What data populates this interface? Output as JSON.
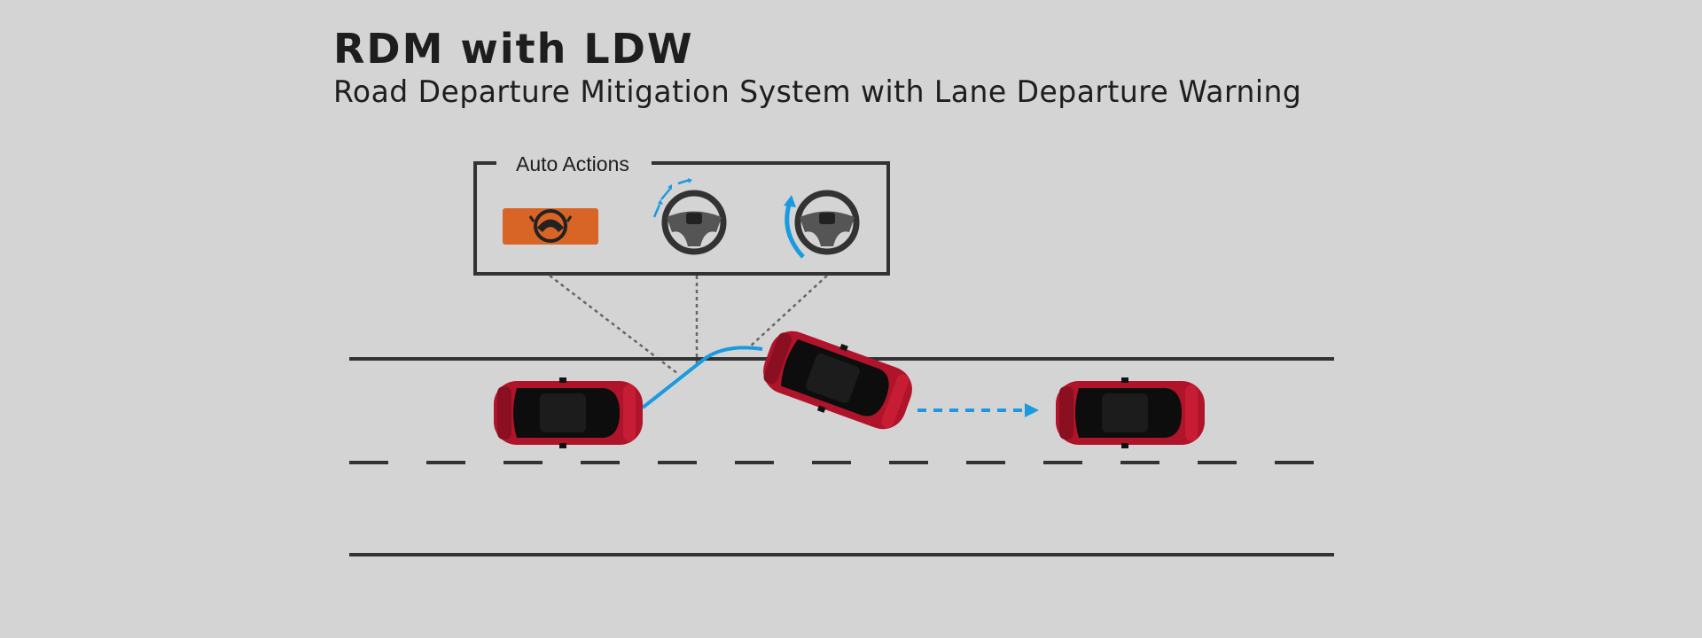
{
  "header": {
    "title": "RDM with LDW",
    "subtitle": "Road Departure Mitigation System with Lane Departure Warning"
  },
  "auto_actions": {
    "label": "Auto Actions",
    "items": [
      {
        "icon": "steering-warning-indicator-icon"
      },
      {
        "icon": "steering-wheel-vibration-icon"
      },
      {
        "icon": "steering-wheel-correction-icon"
      }
    ]
  },
  "colors": {
    "background": "#d4d4d4",
    "accent_blue": "#1a9be0",
    "warning_orange": "#d86426",
    "car_red": "#b0142a",
    "line": "#333333"
  }
}
